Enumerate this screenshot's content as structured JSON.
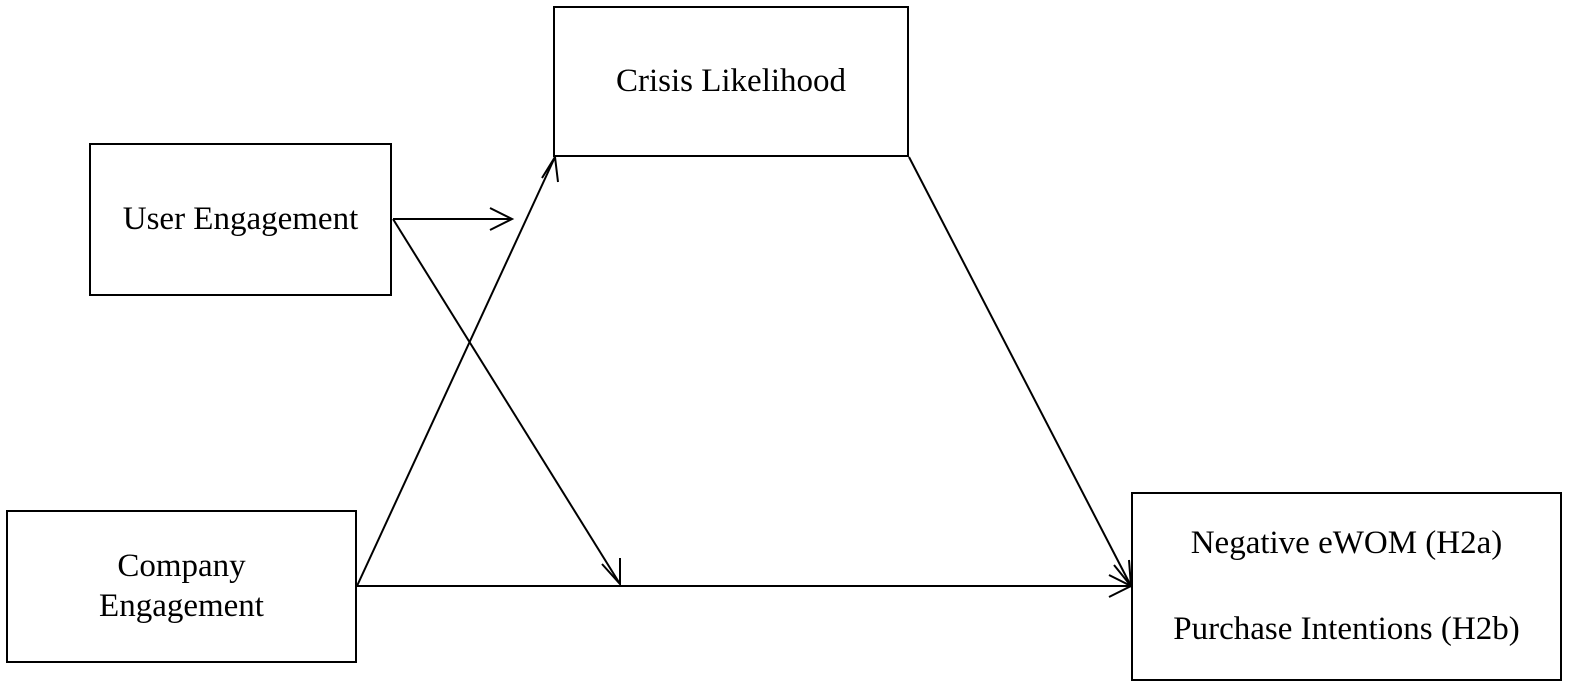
{
  "nodes": {
    "crisis_likelihood": {
      "lines": [
        "Crisis Likelihood"
      ]
    },
    "user_engagement": {
      "lines": [
        "User Engagement"
      ]
    },
    "company_engagement": {
      "lines": [
        "Company",
        "Engagement"
      ]
    },
    "outcomes": {
      "lines": [
        "Negative eWOM (H2a)",
        "Purchase Intentions (H2b)"
      ]
    }
  },
  "edges": [
    {
      "from": "user_engagement",
      "to": "moderation-point-upper",
      "arrowhead": true
    },
    {
      "from": "user_engagement",
      "to": "company-outcome-path",
      "arrowhead": true
    },
    {
      "from": "company_engagement",
      "to": "crisis_likelihood",
      "arrowhead": true
    },
    {
      "from": "crisis_likelihood",
      "to": "outcomes",
      "arrowhead": true
    },
    {
      "from": "company_engagement",
      "to": "outcomes",
      "arrowhead": true
    }
  ],
  "colors": {
    "stroke": "#000000",
    "background": "#ffffff"
  }
}
